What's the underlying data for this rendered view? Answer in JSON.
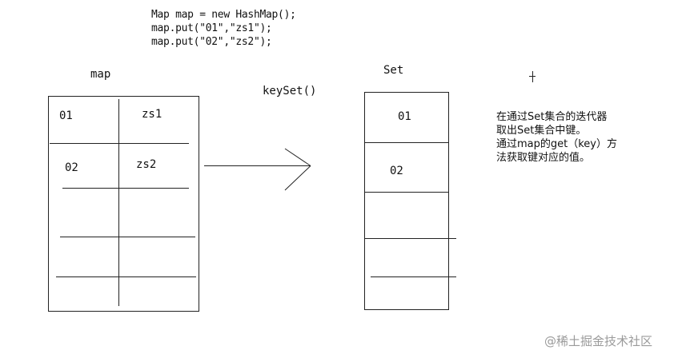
{
  "code": {
    "line1": "Map map = new HashMap();",
    "line2": "map.put(\"01\",\"zs1\");",
    "line3": "map.put(\"02\",\"zs2\");"
  },
  "map_table": {
    "title": "map",
    "rows": [
      {
        "key": "01",
        "value": "zs1"
      },
      {
        "key": "02",
        "value": "zs2"
      }
    ]
  },
  "arrow_label": "keySet()",
  "set_table": {
    "title": "Set",
    "items": [
      "01",
      "02"
    ]
  },
  "cursor_symbol": "+",
  "note": {
    "line1": "在通过Set集合的迭代器",
    "line2": "取出Set集合中键。",
    "line3": "通过map的get（key）方",
    "line4": "法获取键对应的值。"
  },
  "watermark": "@稀土掘金技术社区"
}
